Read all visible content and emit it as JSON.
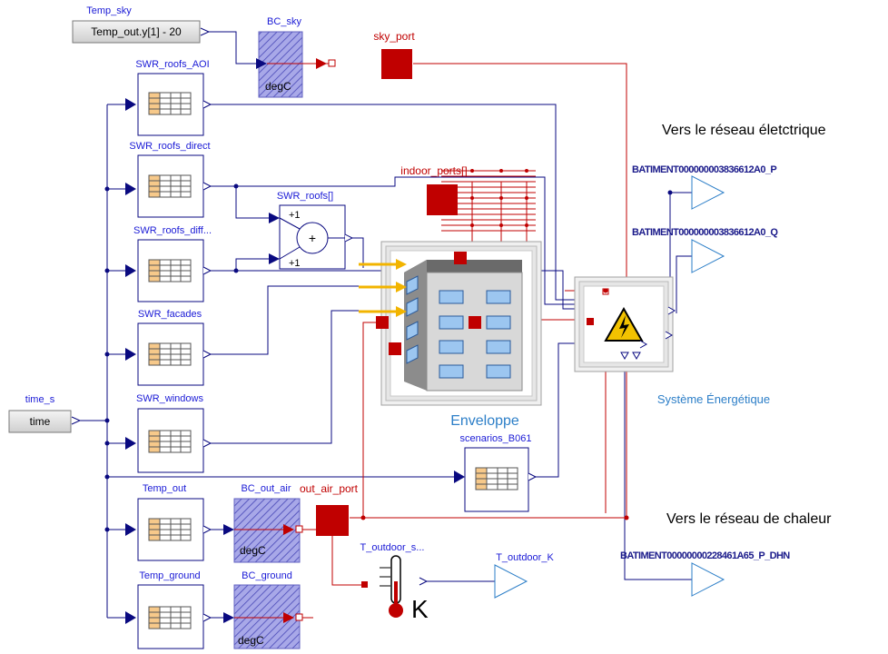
{
  "blocks": {
    "temp_sky": {
      "name": "Temp_sky",
      "expr": "Temp_out.y[1] - 20"
    },
    "bc_sky": {
      "name": "BC_sky",
      "unit": "degC"
    },
    "sky_port": {
      "name": "sky_port"
    },
    "swr_roofs_aoi": {
      "name": "SWR_roofs_AOI"
    },
    "swr_roofs_direct": {
      "name": "SWR_roofs_direct"
    },
    "swr_roofs_diff": {
      "name": "SWR_roofs_diff..."
    },
    "swr_facades": {
      "name": "SWR_facades"
    },
    "swr_windows": {
      "name": "SWR_windows"
    },
    "swr_roofs_sum": {
      "name": "SWR_roofs[]",
      "k1": "+1",
      "k2": "+1",
      "op": "+"
    },
    "indoor_ports": {
      "name": "indoor_ports[]"
    },
    "enveloppe": {
      "name": "Enveloppe"
    },
    "systeme": {
      "name": "Système Énergétique"
    },
    "time_s": {
      "name": "time_s",
      "label": "time"
    },
    "scenarios": {
      "name": "scenarios_B061"
    },
    "temp_out": {
      "name": "Temp_out"
    },
    "bc_out_air": {
      "name": "BC_out_air",
      "unit": "degC"
    },
    "out_air_port": {
      "name": "out_air_port"
    },
    "temp_ground": {
      "name": "Temp_ground"
    },
    "bc_ground": {
      "name": "BC_ground",
      "unit": "degC"
    },
    "t_outdoor_sensor": {
      "name": "T_outdoor_s...",
      "unit": "K"
    },
    "t_outdoor_k": {
      "name": "T_outdoor_K"
    }
  },
  "outputs": {
    "p": {
      "name": "BATIMENT000000003836612A0_P"
    },
    "q": {
      "name": "BATIMENT000000003836612A0_Q"
    },
    "p_dhn": {
      "name": "BATIMENT00000000228461A65_P_DHN"
    }
  },
  "annotations": {
    "reseau_elec": "Vers le réseau életctrique",
    "reseau_chaleur": "Vers le réseau de chaleur"
  },
  "colors": {
    "signal_wire": "#0a0a80",
    "heat_wire": "#c00000",
    "port_fill": "#c00000",
    "table_fill": "#f7c98a",
    "bc_hatch": "#6b6bd0",
    "arrow_yellow": "#f2b400"
  }
}
